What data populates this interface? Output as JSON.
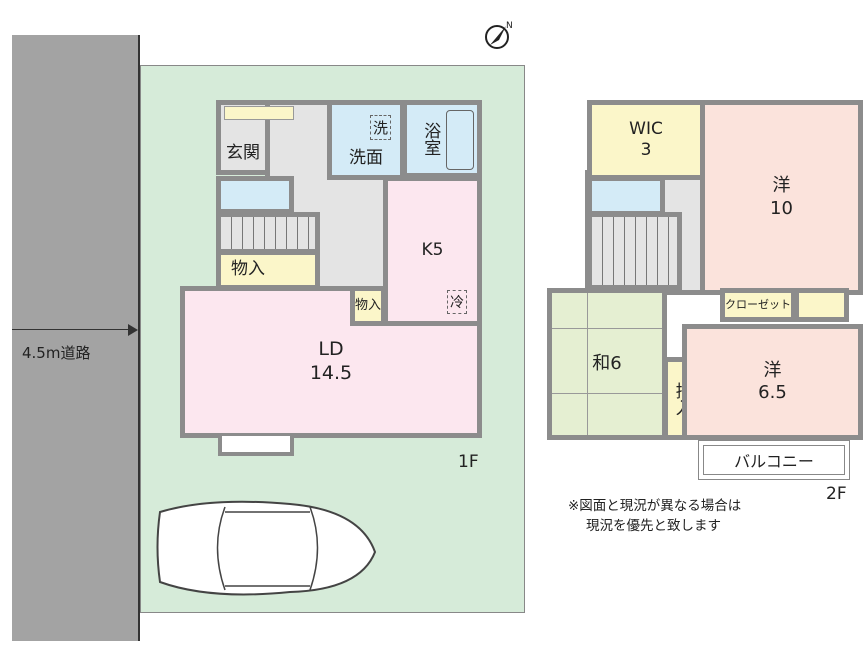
{
  "road": {
    "label": "4.5m道路"
  },
  "compass": {
    "label": "N"
  },
  "floor1": {
    "label": "1F",
    "rooms": {
      "entrance": "玄関",
      "washroom": "洗面",
      "washer": "洗",
      "bath": "浴室",
      "kitchen": "K5",
      "storage1": "物入",
      "storage2": "物入",
      "fridge": "冷",
      "ld_name": "LD",
      "ld_size": "14.5"
    }
  },
  "floor2": {
    "label": "2F",
    "rooms": {
      "wic_name": "WIC",
      "wic_size": "3",
      "western1_name": "洋",
      "western1_size": "10",
      "japanese": "和6",
      "oshiire": "押入",
      "western2_name": "洋",
      "western2_size": "6.5",
      "closet": "クローゼット",
      "balcony": "バルコニー"
    }
  },
  "note": {
    "line1": "※図面と現況が異なる場合は",
    "line2": "現況を優先と致します"
  }
}
